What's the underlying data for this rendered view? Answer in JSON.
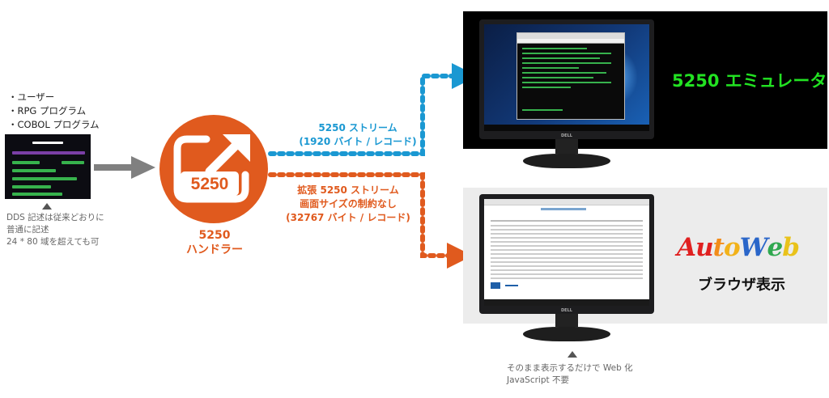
{
  "source": {
    "items": [
      "・ユーザー",
      "・RPG プログラム",
      "・COBOL プログラム"
    ],
    "note_lines": [
      "DDS 記述は従来どおりに",
      "普通に記述",
      "24 * 80 域を超えても可"
    ]
  },
  "handler": {
    "icon_number": "5250",
    "label_lines": [
      "5250",
      "ハンドラー"
    ]
  },
  "stream_standard": {
    "lines": [
      "5250 ストリーム",
      "(1920 バイト / レコード)"
    ]
  },
  "stream_extended": {
    "lines": [
      "拡張 5250 ストリーム",
      "画面サイズの制約なし",
      "(32767 バイト / レコード)"
    ]
  },
  "emulator": {
    "title": "5250 エミュレータ",
    "monitor_brand": "DELL"
  },
  "autoweb": {
    "logo_letters": [
      "A",
      "u",
      "t",
      "o",
      "W",
      "e",
      "b"
    ],
    "title": "ブラウザ表示",
    "monitor_brand": "DELL"
  },
  "note_bottom": {
    "lines": [
      "そのまま表示するだけで Web 化",
      "JavaScript 不要"
    ]
  },
  "colors": {
    "orange": "#e05a1e",
    "blue": "#1a98d2",
    "green": "#22e222",
    "purple": "#7b3fa6",
    "term_green": "#37b24d"
  }
}
